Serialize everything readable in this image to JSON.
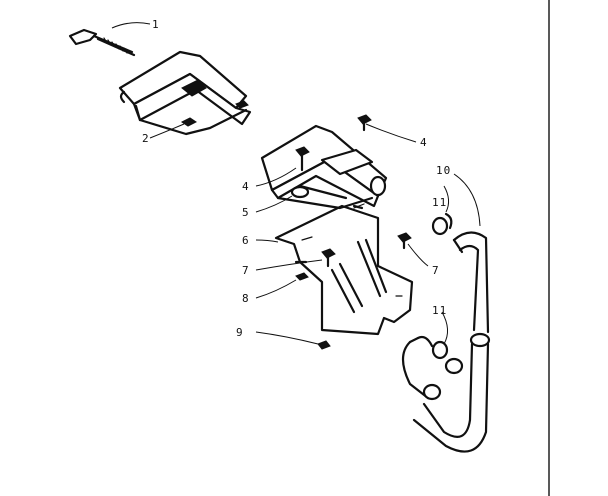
{
  "diagram": {
    "callouts": [
      {
        "id": "c1",
        "text": "1"
      },
      {
        "id": "c2",
        "text": "2"
      },
      {
        "id": "c4a",
        "text": "4"
      },
      {
        "id": "c4b",
        "text": "4"
      },
      {
        "id": "c5",
        "text": "5"
      },
      {
        "id": "c6",
        "text": "6"
      },
      {
        "id": "c7a",
        "text": "7"
      },
      {
        "id": "c7b",
        "text": "7"
      },
      {
        "id": "c8",
        "text": "8"
      },
      {
        "id": "c9",
        "text": "9"
      },
      {
        "id": "c10",
        "text": "10"
      },
      {
        "id": "c11a",
        "text": "11"
      },
      {
        "id": "c11b",
        "text": "11"
      }
    ]
  }
}
